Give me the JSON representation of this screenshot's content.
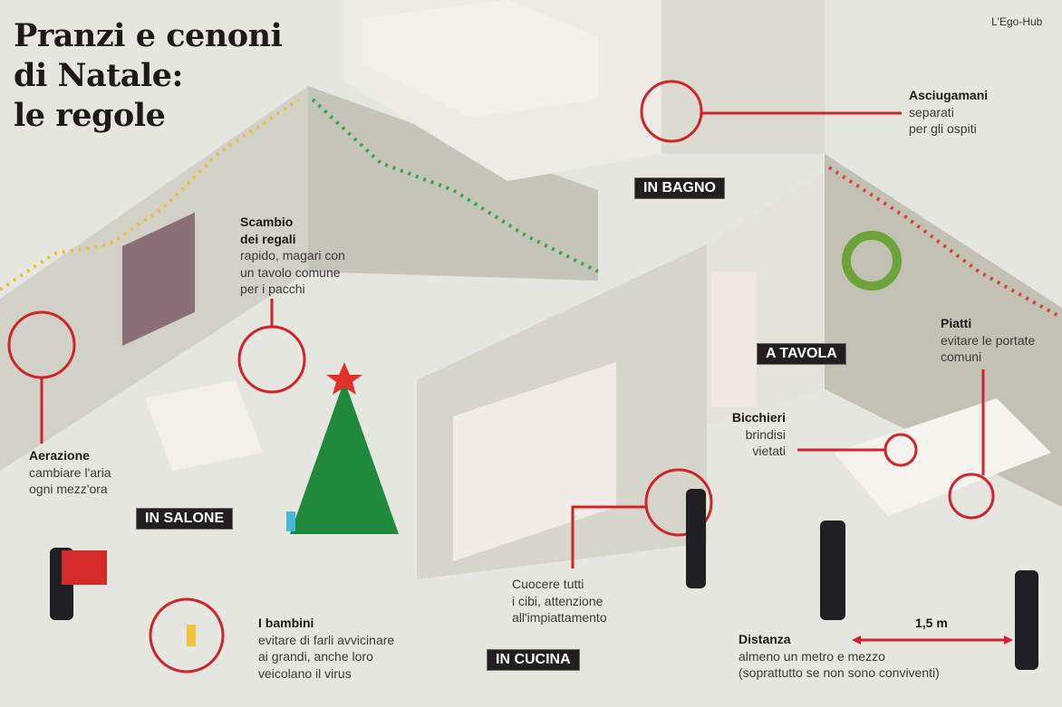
{
  "title": {
    "lines": [
      "Pranzi e cenoni",
      "di Natale:",
      "le regole"
    ]
  },
  "brand": "L'Ego-Hub",
  "rooms": {
    "bagno": "IN BAGNO",
    "salone": "IN SALONE",
    "cucina": "IN CUCINA",
    "tavola": "A TAVOLA"
  },
  "notes": {
    "asciugamani": {
      "heading": "Asciugamani",
      "lines": [
        "separati",
        "per gli ospiti"
      ]
    },
    "regali": {
      "heading_lines": [
        "Scambio",
        "dei regali"
      ],
      "lines": [
        "rapido, magari con",
        "un tavolo comune",
        "per i pacchi"
      ]
    },
    "aerazione": {
      "heading": "Aerazione",
      "lines": [
        "cambiare l'aria",
        "ogni mezz'ora"
      ]
    },
    "bambini": {
      "heading": "I bambini",
      "lines": [
        "evitare di farli avvicinare",
        "ai grandi, anche loro",
        "veicolano il virus"
      ]
    },
    "cuocere": {
      "lines": [
        "Cuocere tutti",
        "i cibi, attenzione",
        "all'impiattamento"
      ]
    },
    "bicchieri": {
      "heading": "Bicchieri",
      "lines": [
        "brindisi",
        "vietati"
      ]
    },
    "piatti": {
      "heading": "Piatti",
      "lines": [
        "evitare le portate",
        "comuni"
      ]
    },
    "distanza": {
      "heading": "Distanza",
      "lines": [
        "almeno un metro e mezzo",
        "(soprattutto se non sono conviventi)"
      ],
      "measure": "1,5 m"
    }
  },
  "colors": {
    "accent": "#d0232a",
    "label_bg": "#231f20",
    "wall": "#cbcabf",
    "floor": "#e6e6e1"
  }
}
